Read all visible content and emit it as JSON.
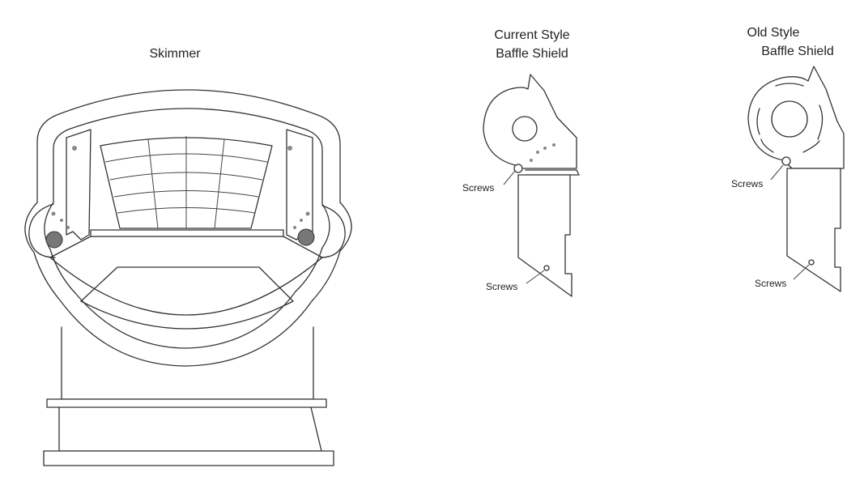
{
  "diagram": {
    "skimmer": {
      "title": "Skimmer"
    },
    "current_shield": {
      "title_line1": "Current Style",
      "title_line2": "Baffle Shield",
      "callout_top": "Screws",
      "callout_bottom": "Screws"
    },
    "old_shield": {
      "title_line1": "Old Style",
      "title_line2": "Baffle Shield",
      "callout_top": "Screws",
      "callout_bottom": "Screws"
    }
  }
}
